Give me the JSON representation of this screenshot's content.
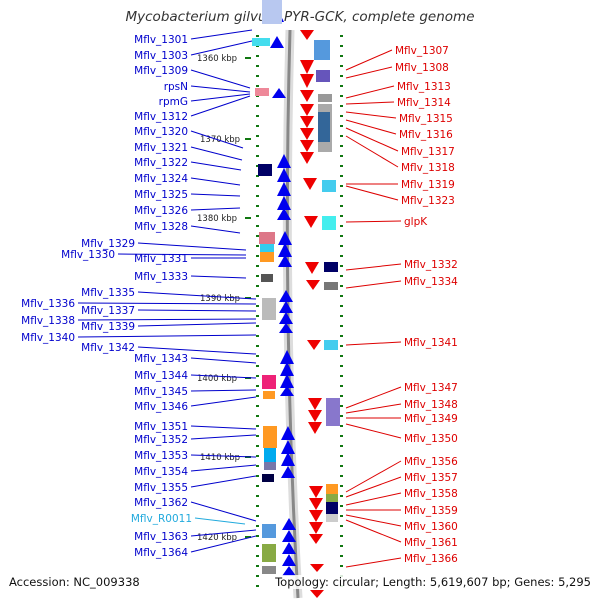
{
  "title": "Mycobacterium gilvum PYR-GCK, complete genome",
  "accession": "Accession: NC_009338",
  "summary": "Topology: circular; Length: 5,619,607 bp; Genes: 5,295",
  "colors": {
    "left_label": "#0000cc",
    "right_label": "#dd0000",
    "rna_label": "#22aadd",
    "axis": "#888888",
    "tick": "#117711"
  },
  "scale_labels": [
    "1360 kbp",
    "1370 kbp",
    "1380 kbp",
    "1390 kbp",
    "1400 kbp",
    "1410 kbp",
    "1420 kbp"
  ],
  "left_labels": [
    "Mflv_1301",
    "Mflv_1303",
    "Mflv_1309",
    "rpsN",
    "rpmG",
    "Mflv_1312",
    "Mflv_1320",
    "Mflv_1321",
    "Mflv_1322",
    "Mflv_1324",
    "Mflv_1325",
    "Mflv_1326",
    "Mflv_1328",
    "Mflv_1329",
    "Mflv_1330",
    "Mflv_1331",
    "Mflv_1333",
    "Mflv_1335",
    "Mflv_1336",
    "Mflv_1337",
    "Mflv_1338",
    "Mflv_1339",
    "Mflv_1340",
    "Mflv_1342",
    "Mflv_1343",
    "Mflv_1344",
    "Mflv_1345",
    "Mflv_1346",
    "Mflv_1351",
    "Mflv_1352",
    "Mflv_1353",
    "Mflv_1354",
    "Mflv_1355",
    "Mflv_1362",
    "Mflv_R0011",
    "Mflv_1363",
    "Mflv_1364"
  ],
  "right_labels": [
    "Mflv_1307",
    "Mflv_1308",
    "Mflv_1313",
    "Mflv_1314",
    "Mflv_1315",
    "Mflv_1316",
    "Mflv_1317",
    "Mflv_1318",
    "Mflv_1319",
    "Mflv_1323",
    "glpK",
    "Mflv_1332",
    "Mflv_1334",
    "Mflv_1341",
    "Mflv_1347",
    "Mflv_1348",
    "Mflv_1349",
    "Mflv_1350",
    "Mflv_1356",
    "Mflv_1357",
    "Mflv_1358",
    "Mflv_1359",
    "Mflv_1360",
    "Mflv_1361",
    "Mflv_1366"
  ]
}
